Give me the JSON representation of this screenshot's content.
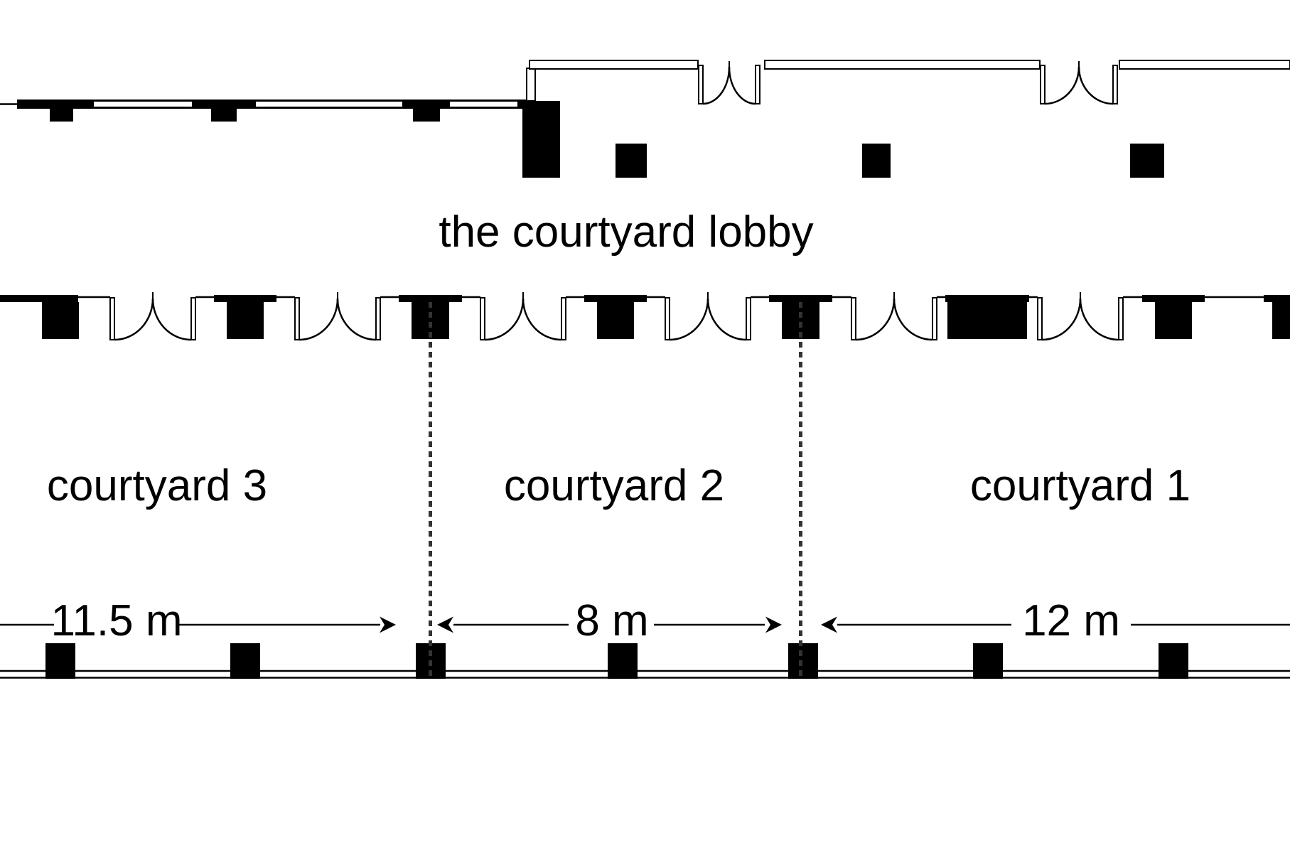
{
  "plan": {
    "lobby_label": "the courtyard lobby",
    "courtyards": [
      {
        "label": "courtyard 3",
        "width_label": "11.5 m"
      },
      {
        "label": "courtyard 2",
        "width_label": "8 m"
      },
      {
        "label": "courtyard 1",
        "width_label": "12 m"
      }
    ],
    "colors": {
      "ink": "#000000",
      "background": "#ffffff",
      "dashed_grid": "#333333"
    }
  }
}
